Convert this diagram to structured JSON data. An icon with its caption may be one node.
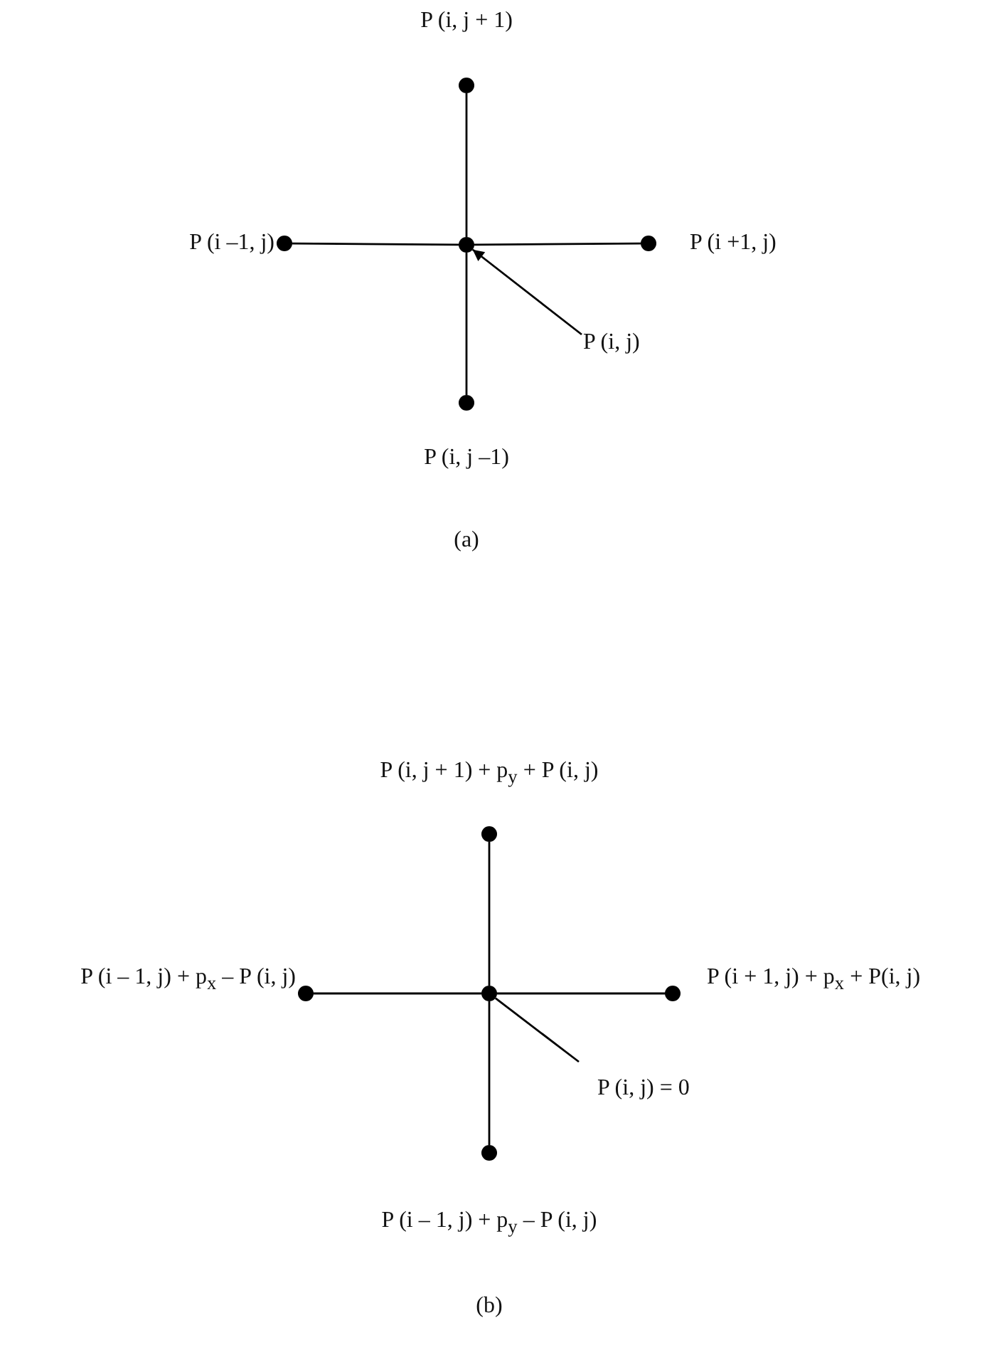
{
  "diagram": {
    "nodes": [
      {
        "text": [],
        "shape": "circle",
        "beside": [
          "P (i, j + 1)"
        ]
      },
      {
        "text": [],
        "shape": "circle",
        "beside": [
          "P (i –1, j)"
        ]
      },
      {
        "text": [],
        "shape": "circle"
      },
      {
        "text": [],
        "shape": "circle",
        "beside": [
          "P (i +1, j)"
        ]
      },
      {
        "text": [
          "P (i, j)"
        ]
      },
      {
        "text": [],
        "shape": "circle",
        "beside": [
          "P (i, j –1)"
        ]
      },
      {
        "text": [],
        "shape": "circle",
        "beside": [
          "P (i, j + 1) + p$_{y}$ + P (i, j)"
        ]
      },
      {
        "text": [],
        "shape": "circle",
        "beside": [
          "P (i – 1, j) + p$_{x}$ – P (i, j)"
        ]
      },
      {
        "text": [],
        "shape": "circle"
      },
      {
        "text": [],
        "shape": "circle",
        "beside": [
          "P (i + 1, j) + p$_{x}$ + P(i, j)"
        ]
      },
      {
        "text": [
          "P (i, j) = 0"
        ]
      },
      {
        "text": [],
        "shape": "circle",
        "beside": [
          "P (i – 1, j) + p$_{y}$ – P (i, j)"
        ]
      }
    ],
    "edges": [
      {
        "from": 2,
        "to": 0,
        "arrow": "none"
      },
      {
        "from": 2,
        "to": 1,
        "arrow": "none"
      },
      {
        "from": 2,
        "to": 3,
        "arrow": "none"
      },
      {
        "from": 2,
        "to": 5,
        "arrow": "none"
      },
      {
        "from": 4,
        "to": 2,
        "arrow": "to"
      },
      {
        "from": 8,
        "to": 6,
        "arrow": "none"
      },
      {
        "from": 8,
        "to": 7,
        "arrow": "none"
      },
      {
        "from": 8,
        "to": 9,
        "arrow": "none"
      },
      {
        "from": 8,
        "to": 11,
        "arrow": "none"
      },
      {
        "from": 10,
        "to": 8,
        "arrow": "none"
      }
    ],
    "labels": [
      "(a)",
      "(b)"
    ]
  }
}
